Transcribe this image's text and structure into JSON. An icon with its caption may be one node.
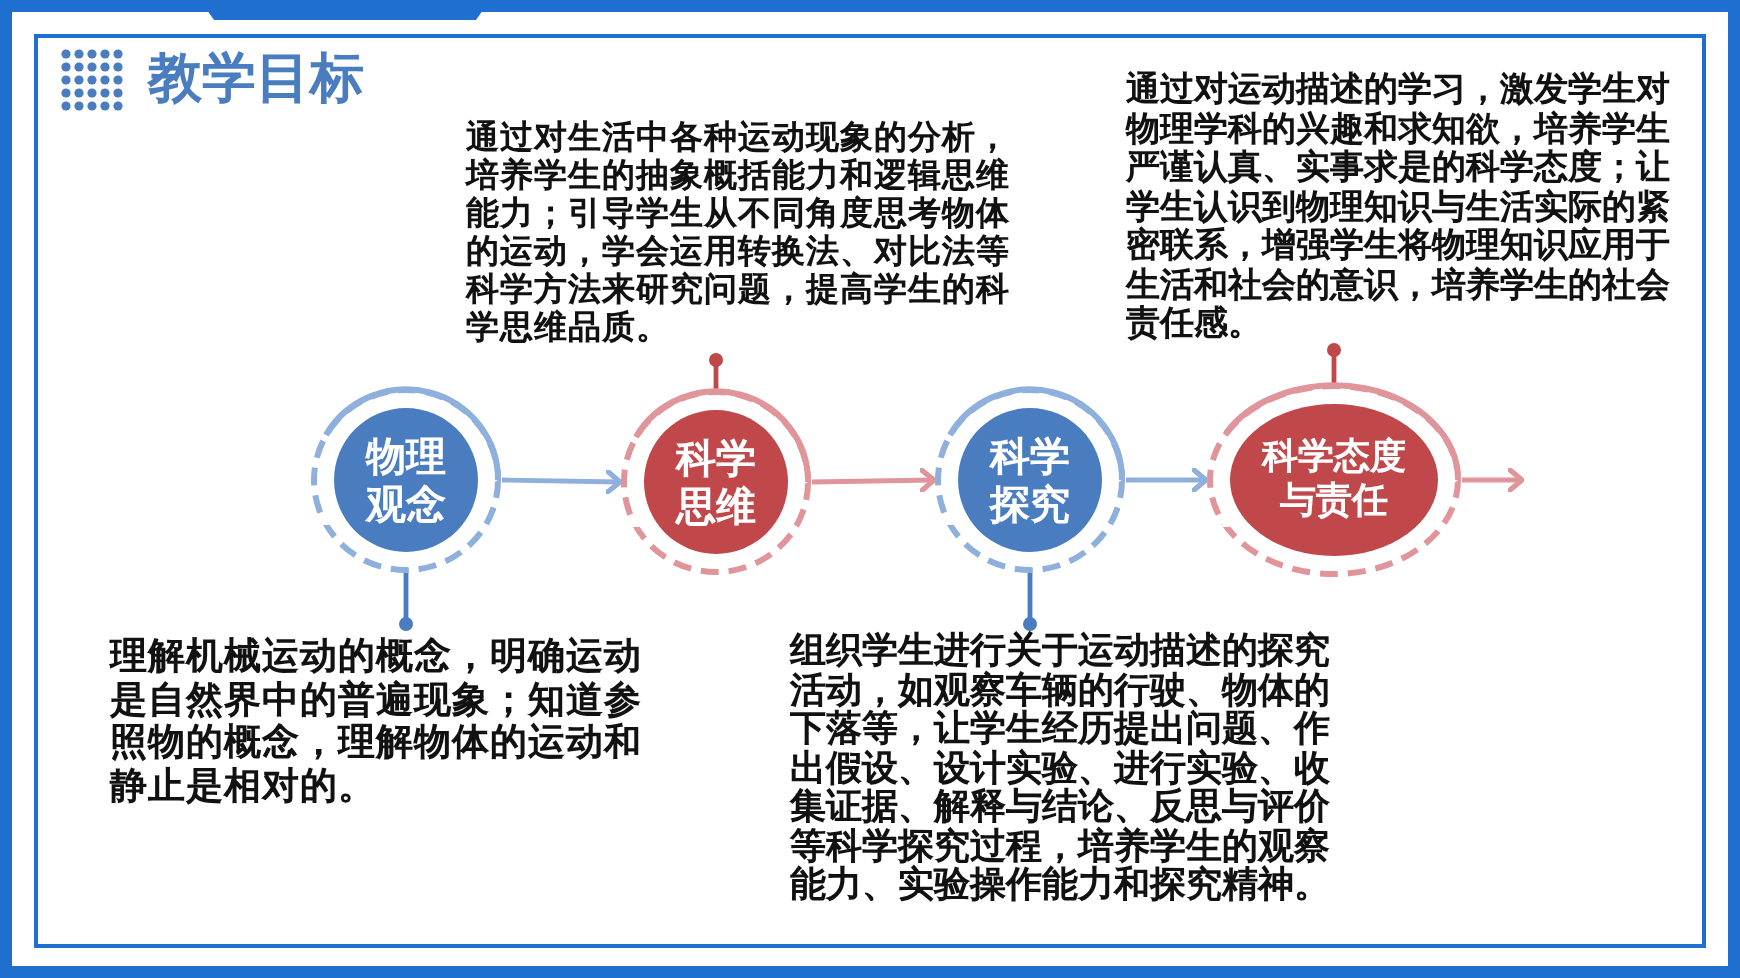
{
  "diagram": {
    "title": "教学目标",
    "nodes": [
      {
        "text": [
          "通过对生活中各种运动现象的分析，培养学生的抽象概括能力和逻辑思维能力；引导学生从不同角度思考物体的运动，学会运用转换法、对比法等科学方法来研究问题，提高学生的科学思维品质。"
        ]
      },
      {
        "text": [
          "通过对运动描述的学习，激发学生对物理学科的兴趣和求知欲，培养学生严谨认真、实事求是的科学态度；让学生认识到物理知识与生活实际的紧密联系，增强学生将物理知识应用于生活和社会的意识，培养学生的社会责任感。"
        ]
      },
      {
        "text": [
          "物理观念"
        ]
      },
      {
        "text": [
          "科学思维"
        ]
      },
      {
        "text": [
          "科学探究"
        ]
      },
      {
        "text": [
          "科学态度与责任"
        ]
      },
      {
        "text": [
          "理解机械运动的概念，明确运动是自然界中的普遍现象；知道参照物的概念，理解物体的运动和静止是相对的。"
        ]
      },
      {
        "text": [
          "组织学生进行关于运动描述的探究活动，如观察车辆的行驶、物体的下落等，让学生经历提出问题、作出假设、设计实验、进行实验、收集证据、解释与结论、反思与评价等科学探究过程，培养学生的观察能力、实验操作能力和探究精神。"
        ]
      }
    ],
    "edges": [
      {
        "from": 2,
        "to": 3,
        "arrow": "to",
        "color": "#8fb0dc"
      },
      {
        "from": 3,
        "to": 4,
        "arrow": "to",
        "color": "#e0959a"
      },
      {
        "from": 4,
        "to": 5,
        "arrow": "to",
        "color": "#8fb0dc"
      },
      {
        "from": 5,
        "to": null,
        "arrow": "to",
        "color": "#e0959a"
      },
      {
        "from": 2,
        "to": 6,
        "arrow": "other",
        "color": "#4a7cc0"
      },
      {
        "from": 3,
        "to": 0,
        "arrow": "other",
        "color": "#c0474a"
      },
      {
        "from": 4,
        "to": 7,
        "arrow": "other",
        "color": "#4a7cc0"
      },
      {
        "from": 5,
        "to": 1,
        "arrow": "other",
        "color": "#c0474a"
      }
    ]
  }
}
